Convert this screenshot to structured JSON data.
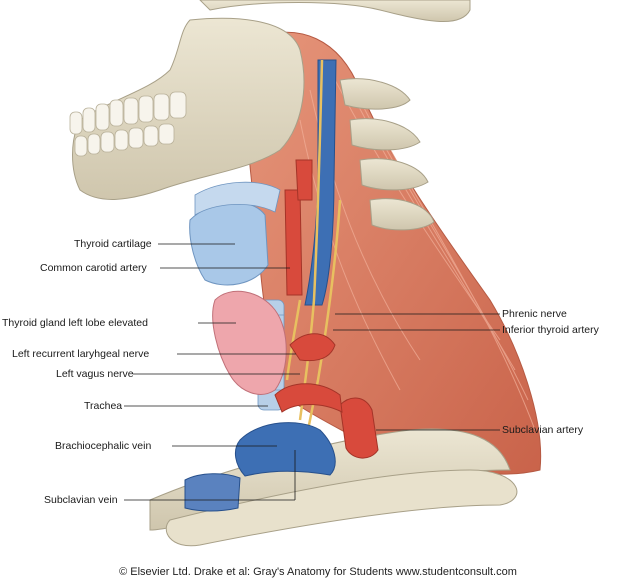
{
  "labels_left": [
    "Thyroid cartilage",
    "Common carotid artery",
    "Thyroid gland left lobe elevated",
    "Left recurrent laryhgeal nerve",
    "Left vagus nerve",
    "Trachea",
    "Brachiocephalic vein",
    "Subclavian vein"
  ],
  "labels_right": [
    "Phrenic nerve",
    "Inferior thyroid artery",
    "Subclavian artery"
  ],
  "caption": "© Elsevier Ltd. Drake et al: Gray's Anatomy for Students www.studentconsult.com",
  "colors": {
    "bone": "#e3dcc6",
    "muscle": "#df7f63",
    "artery": "#d84a3c",
    "vein": "#3d6fb4",
    "nerve": "#e8c060",
    "thyroid": "#eea6ac",
    "cartilage": "#a9c8e8"
  }
}
